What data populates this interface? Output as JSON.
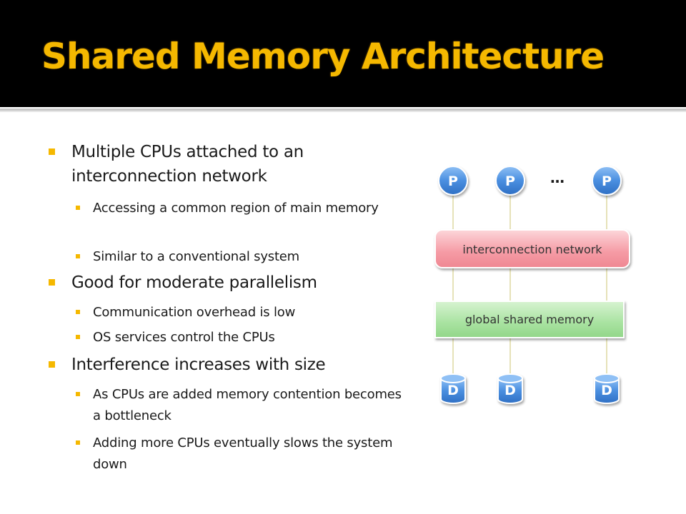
{
  "slide": {
    "title": "Shared Memory Architecture",
    "bullets": [
      {
        "level": 1,
        "text": "Multiple CPUs attached to an interconnection network"
      },
      {
        "level": 2,
        "text": "Accessing a common region of main memory"
      },
      {
        "level": 2,
        "text": "Similar to a conventional system"
      },
      {
        "level": 1,
        "text": "Good for moderate parallelism"
      },
      {
        "level": 2,
        "text": "Communication overhead is low"
      },
      {
        "level": 2,
        "text": "OS services control the CPUs"
      },
      {
        "level": 1,
        "text": "Interference increases with size"
      },
      {
        "level": 2,
        "text": "As CPUs are added memory contention becomes a bottleneck"
      },
      {
        "level": 2,
        "text": "Adding more CPUs eventually slows the system down"
      }
    ]
  },
  "diagram": {
    "processors": [
      "P",
      "P",
      "P"
    ],
    "ellipsis": "…",
    "network_label": "interconnection network",
    "memory_label": "global shared memory",
    "disks": [
      "D",
      "D",
      "D"
    ]
  },
  "colors": {
    "title_bar": "#000000",
    "title_text": "#f5b800",
    "bullet_marker": "#f5b800",
    "node_fill": "#4a8fe0",
    "network_fill": "#f59aa4",
    "memory_fill": "#a8e2a0"
  }
}
